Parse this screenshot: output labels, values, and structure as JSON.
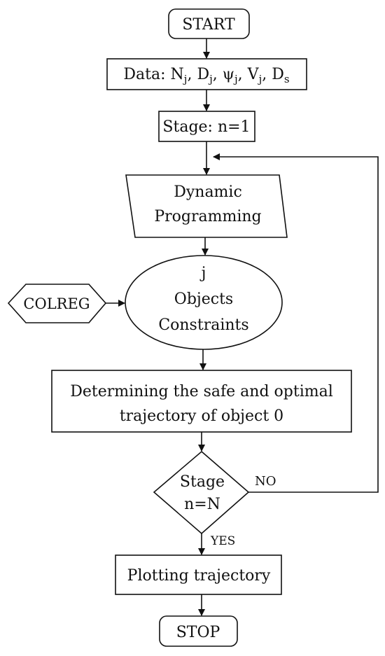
{
  "flowchart": {
    "start": "START",
    "data_prefix": "Data: ",
    "data_items": [
      {
        "base": "N",
        "sub": "j"
      },
      {
        "base": "D",
        "sub": "j"
      },
      {
        "base": "ψ",
        "sub": "j"
      },
      {
        "base": "V",
        "sub": "j"
      },
      {
        "base": "D",
        "sub": "s"
      }
    ],
    "data_separator": ", ",
    "stage_init": "Stage: n=1",
    "dp_line1": "Dynamic",
    "dp_line2": "Programming",
    "ellipse_line1": "j",
    "ellipse_line2": "Objects",
    "ellipse_line3": "Constraints",
    "colreg": "COLREG",
    "determine_line1": "Determining the safe and optimal",
    "determine_line2": "trajectory of object 0",
    "decision_line1": "Stage",
    "decision_line2": "n=N",
    "label_no": "NO",
    "label_yes": "YES",
    "plotting": "Plotting trajectory",
    "stop": "STOP"
  }
}
